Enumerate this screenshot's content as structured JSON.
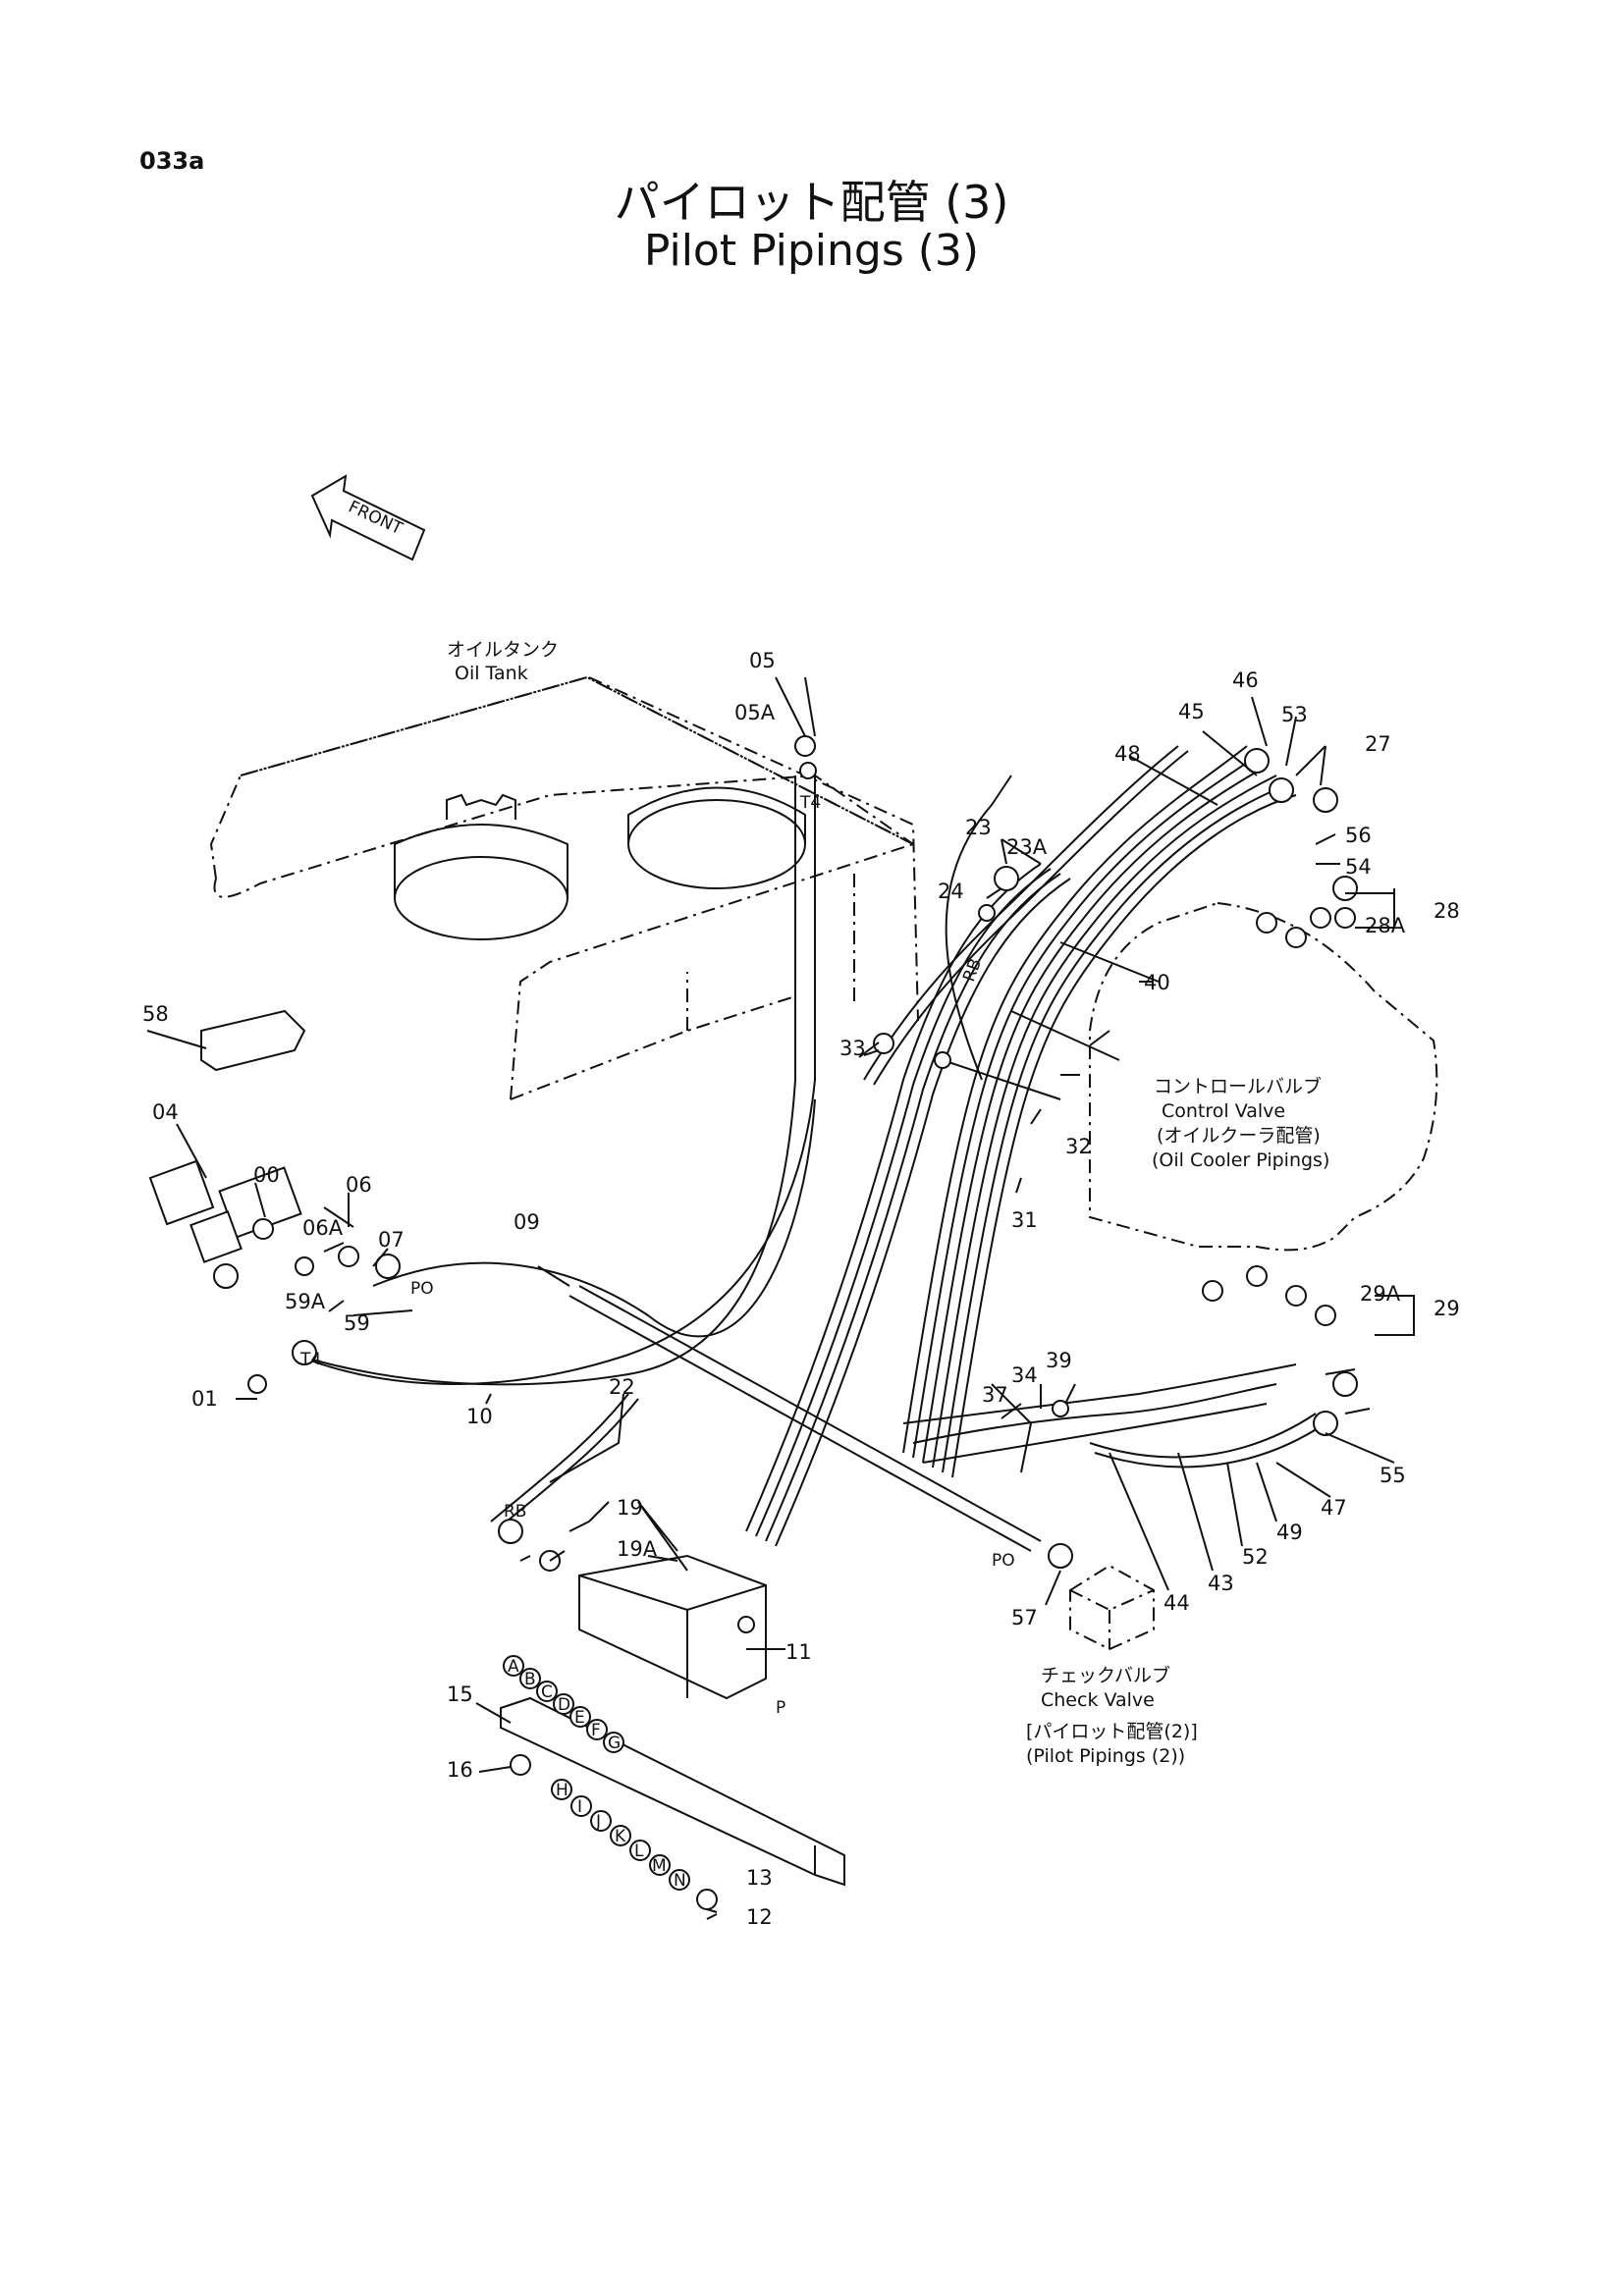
{
  "page_code": "033a",
  "title_jp": "パイロット配管 (3)",
  "title_en": "Pilot Pipings (3)",
  "front_label": "FRONT",
  "notes": {
    "oil_tank_jp": "オイルタンク",
    "oil_tank_en": "Oil Tank",
    "control_valve_jp": "コントロールバルブ",
    "control_valve_en": "Control Valve",
    "control_valve_sub_jp": "(オイルクーラ配管)",
    "control_valve_sub_en": "(Oil Cooler Pipings)",
    "check_valve_jp": "チェックバルブ",
    "check_valve_en": "Check Valve",
    "check_valve_sub_jp": "[パイロット配管(2)]",
    "check_valve_sub_en": "(Pilot Pipings (2))"
  },
  "part_labels": [
    "00",
    "01",
    "04",
    "05",
    "05A",
    "06",
    "06A",
    "07",
    "09",
    "10",
    "11",
    "12",
    "13",
    "15",
    "16",
    "19",
    "19A",
    "22",
    "23",
    "23A",
    "24",
    "27",
    "28",
    "28A",
    "29",
    "29A",
    "31",
    "32",
    "33",
    "34",
    "37",
    "39",
    "40",
    "43",
    "44",
    "45",
    "46",
    "47",
    "48",
    "49",
    "52",
    "53",
    "54",
    "55",
    "56",
    "57",
    "58",
    "59",
    "59A"
  ],
  "port_letters": [
    "A",
    "B",
    "C",
    "D",
    "E",
    "F",
    "G",
    "H",
    "I",
    "J",
    "K",
    "L",
    "M",
    "N"
  ],
  "hose_marks": [
    "RB",
    "PO",
    "T4",
    "P"
  ]
}
